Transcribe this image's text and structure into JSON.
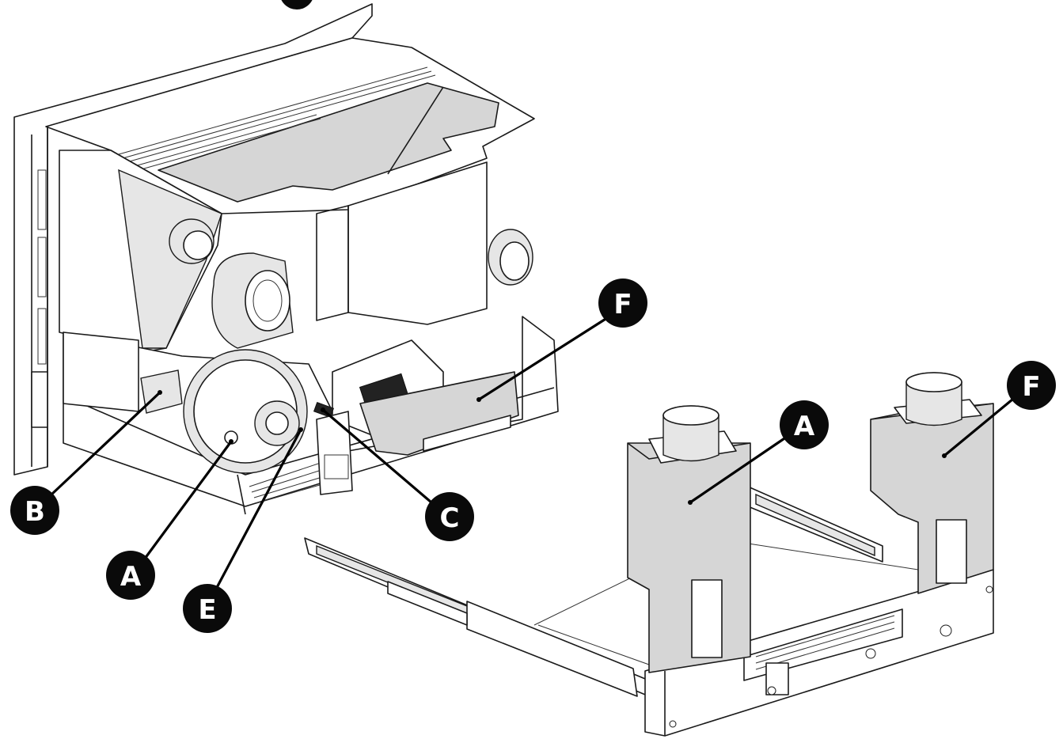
{
  "callouts": [
    {
      "id": "F-top",
      "label": "F"
    },
    {
      "id": "F-right",
      "label": "F"
    },
    {
      "id": "A-right",
      "label": "A"
    },
    {
      "id": "A-left",
      "label": "A"
    },
    {
      "id": "B",
      "label": "B"
    },
    {
      "id": "C",
      "label": "C"
    },
    {
      "id": "E",
      "label": "E"
    }
  ]
}
